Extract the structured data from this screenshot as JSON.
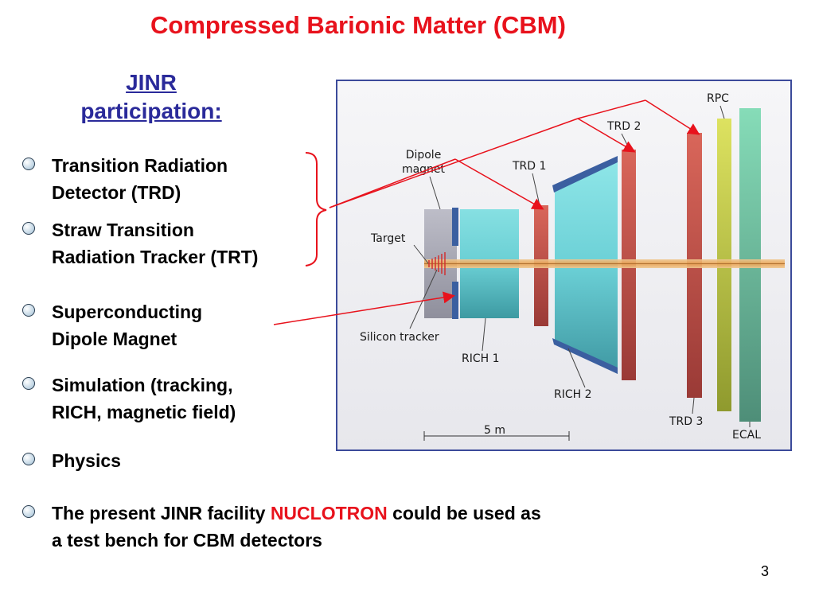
{
  "slide": {
    "title": "Compressed Barionic Matter  (CBM)",
    "subtitle_line1": "JINR",
    "subtitle_line2": "participation:",
    "page_number": "3"
  },
  "bullets": [
    {
      "line1": "Transition Radiation",
      "line2": "Detector (TRD)"
    },
    {
      "line1": "Straw Transition",
      "line2": "Radiation Tracker (TRT)"
    },
    {
      "line1": "Superconducting",
      "line2": "Dipole Magnet"
    },
    {
      "line1": "Simulation (tracking,",
      "line2": "RICH, magnetic field)"
    },
    {
      "line1": "Physics"
    }
  ],
  "last_bullet": {
    "part1": "The present JINR facility ",
    "highlight": "NUCLOTRON",
    "part2": " could be used as",
    "line2": "a test bench for CBM detectors"
  },
  "diagram": {
    "labels": {
      "dipole_line1": "Dipole",
      "dipole_line2": "magnet",
      "target": "Target",
      "silicon": "Silicon tracker",
      "rich1": "RICH 1",
      "rich2": "RICH 2",
      "trd1": "TRD 1",
      "trd2": "TRD 2",
      "trd3": "TRD 3",
      "rpc": "RPC",
      "ecal": "ECAL",
      "scale": "5 m"
    }
  },
  "colors": {
    "title": "#e8121c",
    "subtitle": "#2a2a9a",
    "highlight": "#e8121c",
    "annotation_lines": "#e8121c",
    "panel_border": "#3b4a9a",
    "trd": "#cf5a50",
    "rich": "#6fd4d8",
    "rpc": "#d8dc5a",
    "ecal": "#7dd6b0"
  }
}
